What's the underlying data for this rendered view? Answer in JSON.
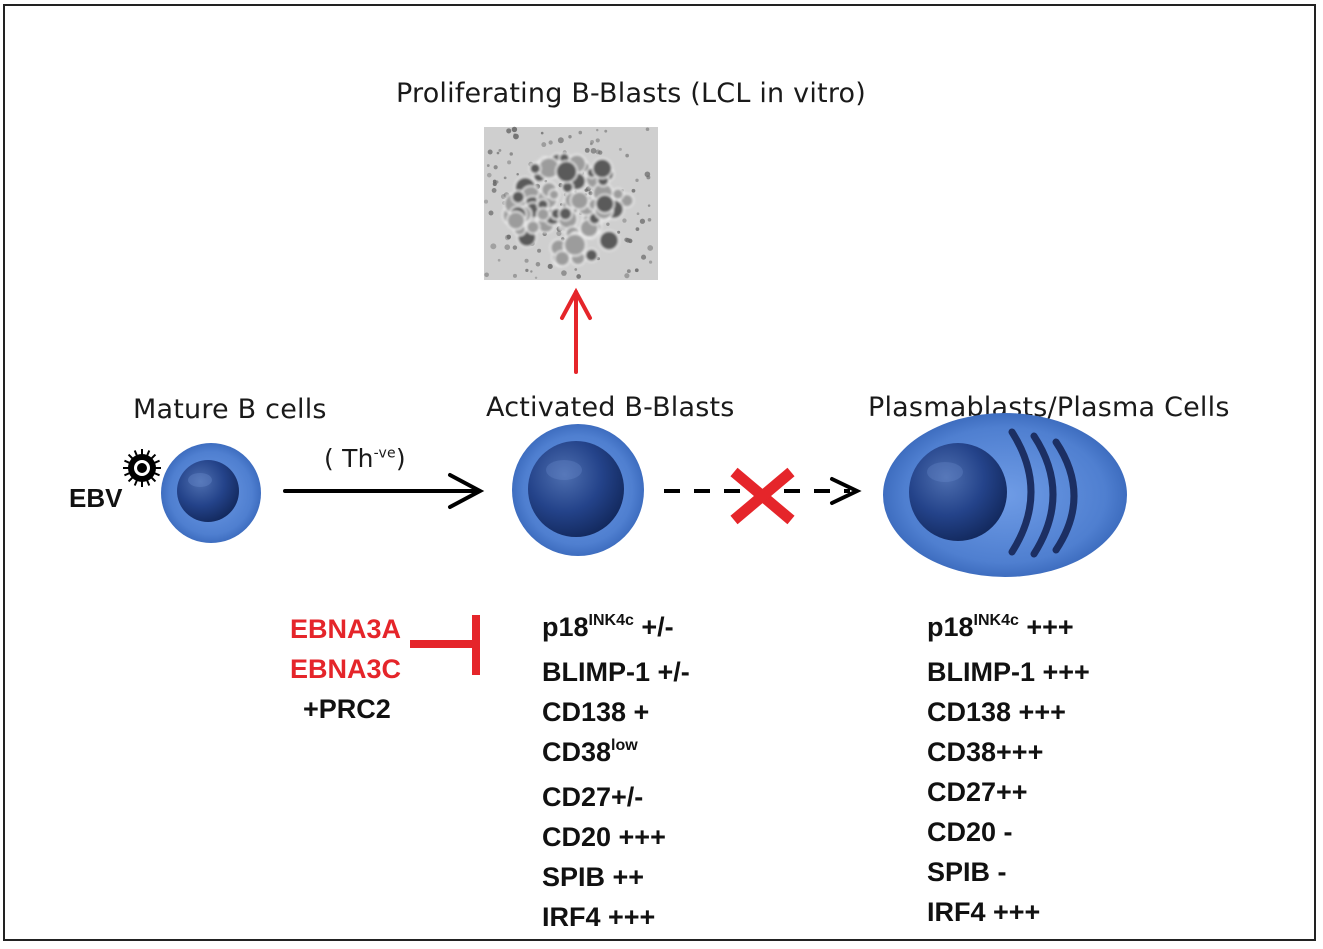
{
  "labels": {
    "lcl_title": "Proliferating B-Blasts (LCL in vitro)",
    "mature": "Mature B cells",
    "activated": "Activated B-Blasts",
    "plasma": "Plasmablasts/Plasma Cells",
    "ebv": "EBV",
    "th_prefix": "( Th",
    "th_sup": "-ve",
    "th_suffix": ")"
  },
  "inhibitors": [
    "EBNA3A",
    "EBNA3C",
    "+PRC2"
  ],
  "activated_markers": [
    {
      "name": "p18",
      "sup": "INK4c",
      "level": " +/-"
    },
    {
      "name": "BLIMP-1",
      "sup": "",
      "level": " +/-"
    },
    {
      "name": "CD138",
      "sup": "",
      "level": " +"
    },
    {
      "name": "CD38",
      "sup": "low",
      "level": ""
    },
    {
      "name": "CD27",
      "sup": "",
      "level": "+/-"
    },
    {
      "name": "CD20",
      "sup": "",
      "level": " +++"
    },
    {
      "name": "SPIB",
      "sup": "",
      "level": " ++"
    },
    {
      "name": "IRF4",
      "sup": "",
      "level": " +++"
    }
  ],
  "plasma_markers": [
    {
      "name": "p18",
      "sup": "INK4c",
      "level": " +++"
    },
    {
      "name": "BLIMP-1",
      "sup": "",
      "level": " +++"
    },
    {
      "name": "CD138",
      "sup": "",
      "level": " +++"
    },
    {
      "name": "CD38",
      "sup": "",
      "level": "+++"
    },
    {
      "name": "CD27",
      "sup": "",
      "level": "++"
    },
    {
      "name": "CD20",
      "sup": "",
      "level": " -"
    },
    {
      "name": "SPIB",
      "sup": "",
      "level": " -"
    },
    {
      "name": "IRF4",
      "sup": "",
      "level": " +++"
    }
  ],
  "colors": {
    "cell_blue": "#4f7fd0",
    "nucleus": "#1f3f82",
    "red": "#e5252a",
    "arrow": "#000000"
  }
}
